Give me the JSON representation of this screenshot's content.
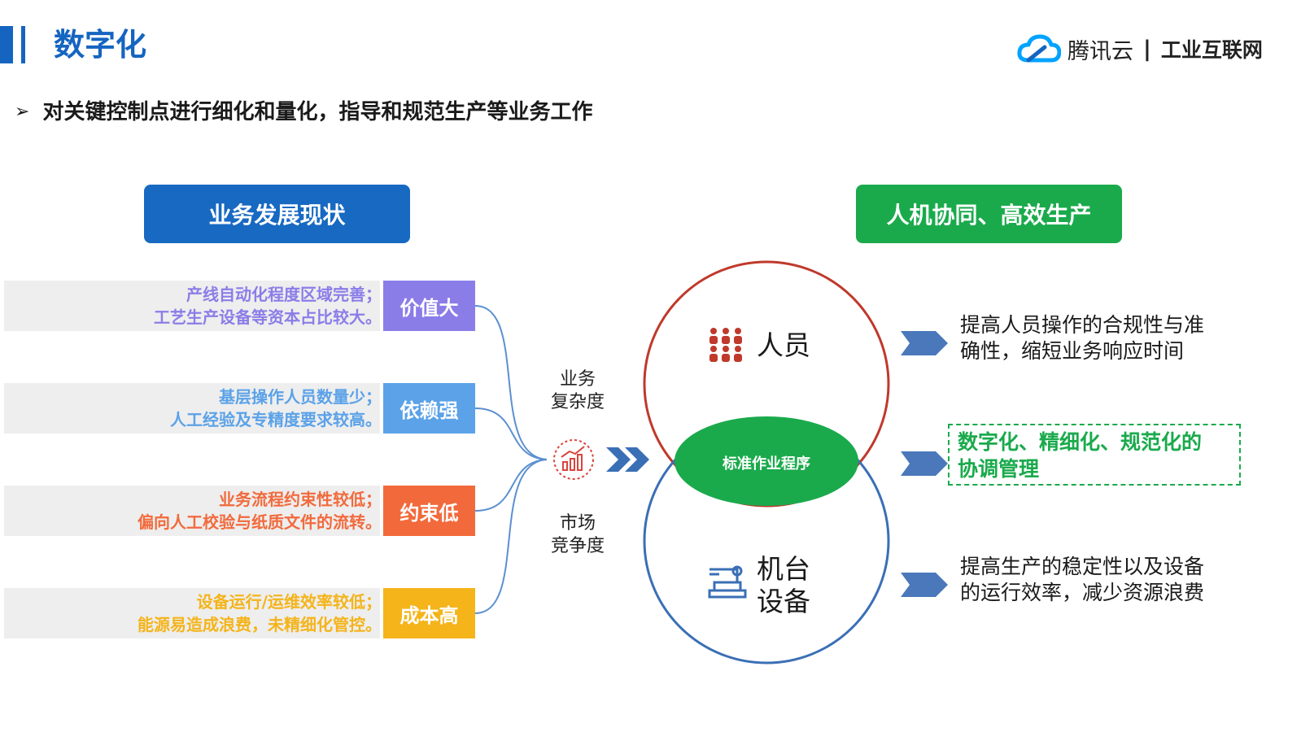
{
  "header": {
    "title": "数字化",
    "brand_name": "腾讯云",
    "brand_sep": "|",
    "brand_sub": "工业互联网"
  },
  "subtitle": {
    "arrow": "➢",
    "text": "对关键控制点进行细化和量化，指导和规范生产等业务工作"
  },
  "left_header": "业务发展现状",
  "right_header": "人机协同、高效生产",
  "rows": [
    {
      "line1": "产线自动化程度区域完善；",
      "line2": "工艺生产设备等资本占比较大。",
      "tag": "价值大",
      "color": "#8a7de8"
    },
    {
      "line1": "基层操作人员数量少；",
      "line2": "人工经验及专精度要求较高。",
      "tag": "依赖强",
      "color": "#5ba2e8"
    },
    {
      "line1": "业务流程约束性较低；",
      "line2": "偏向人工校验与纸质文件的流转。",
      "tag": "约束低",
      "color": "#f26a3c"
    },
    {
      "line1": "设备运行/运维效率较低；",
      "line2": "能源易造成浪费，未精细化管控。",
      "tag": "成本高",
      "color": "#f4b41a"
    }
  ],
  "middle": {
    "top_label1": "业务",
    "top_label2": "复杂度",
    "bottom_label1": "市场",
    "bottom_label2": "竞争度"
  },
  "venn": {
    "top_label": "人员",
    "ellipse_label": "标准作业程序",
    "bottom_label1": "机台",
    "bottom_label2": "设备",
    "top_color": "#c0392b",
    "bottom_color": "#3a6fb5",
    "ellipse_color": "#1aaa4c"
  },
  "results": {
    "r1_line1": "提高人员操作的合规性与准",
    "r1_line2": "确性，缩短业务响应时间",
    "r2_line1": "数字化、精细化、规范化的",
    "r2_line2": "协调管理",
    "r3_line1": "提高生产的稳定性以及设备",
    "r3_line2": "的运行效率，减少资源浪费"
  },
  "icons": {
    "brand": "cloud-icon",
    "people": "people-icon",
    "machine": "robot-arm-icon",
    "trend": "trend-chart-icon"
  }
}
